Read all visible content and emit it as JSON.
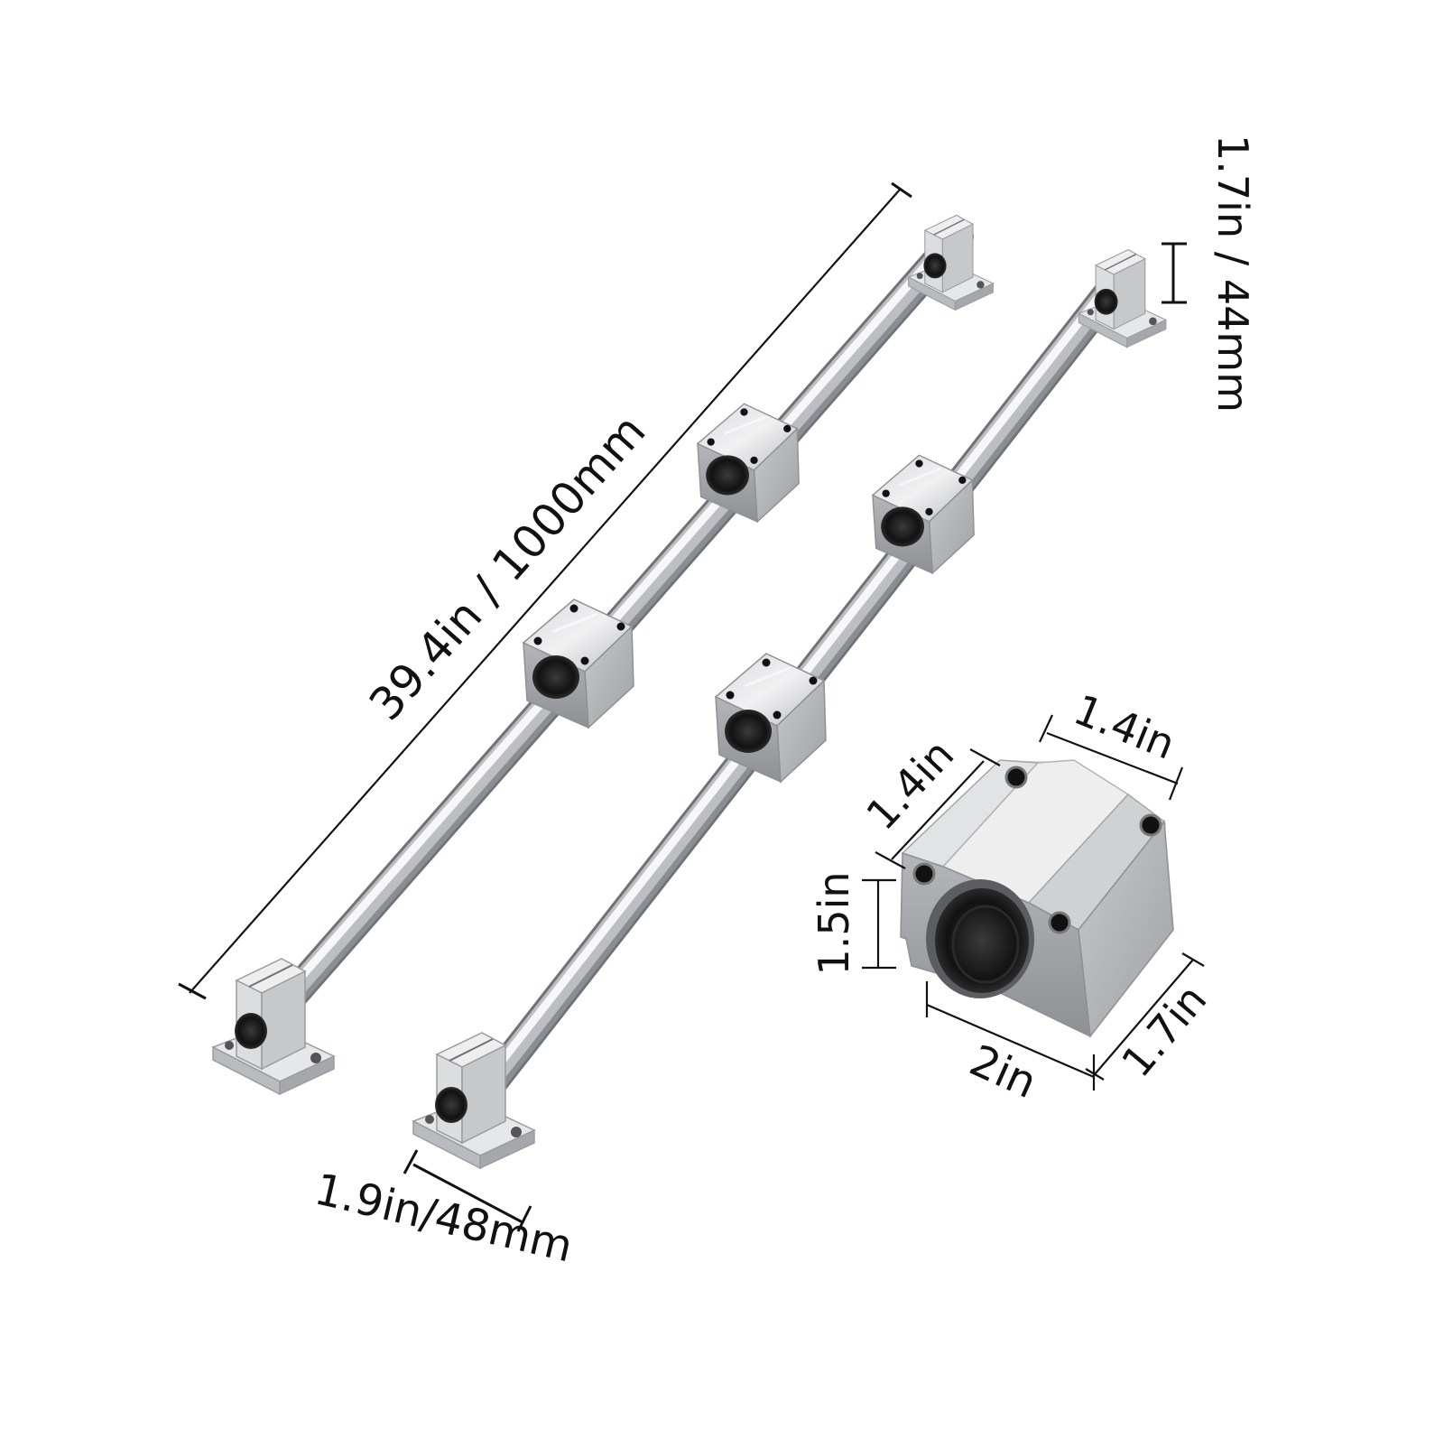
{
  "title": "Linear rail shaft kit with rod end supports and linear bearing blocks",
  "dimensions": {
    "rod_length": "39.4in / 1000mm",
    "support_height": "1.7in / 44mm",
    "support_base_width": "1.9in/48mm",
    "block_top_width": "1.4in",
    "block_side_depth": "1.4in",
    "block_height": "1.5in",
    "block_length": "2in",
    "block_depth": "1.7in"
  },
  "components": {
    "rods": 2,
    "rod_end_supports": 4,
    "bearing_blocks": 4,
    "detail_view": "bearing-block-closeup"
  },
  "colors": {
    "background": "#ffffff",
    "metal_light": "#e9e9ea",
    "metal_mid": "#bfc0c2",
    "metal_dark": "#8d8f92",
    "bore_dark": "#141414",
    "dimension_line": "#111111"
  }
}
